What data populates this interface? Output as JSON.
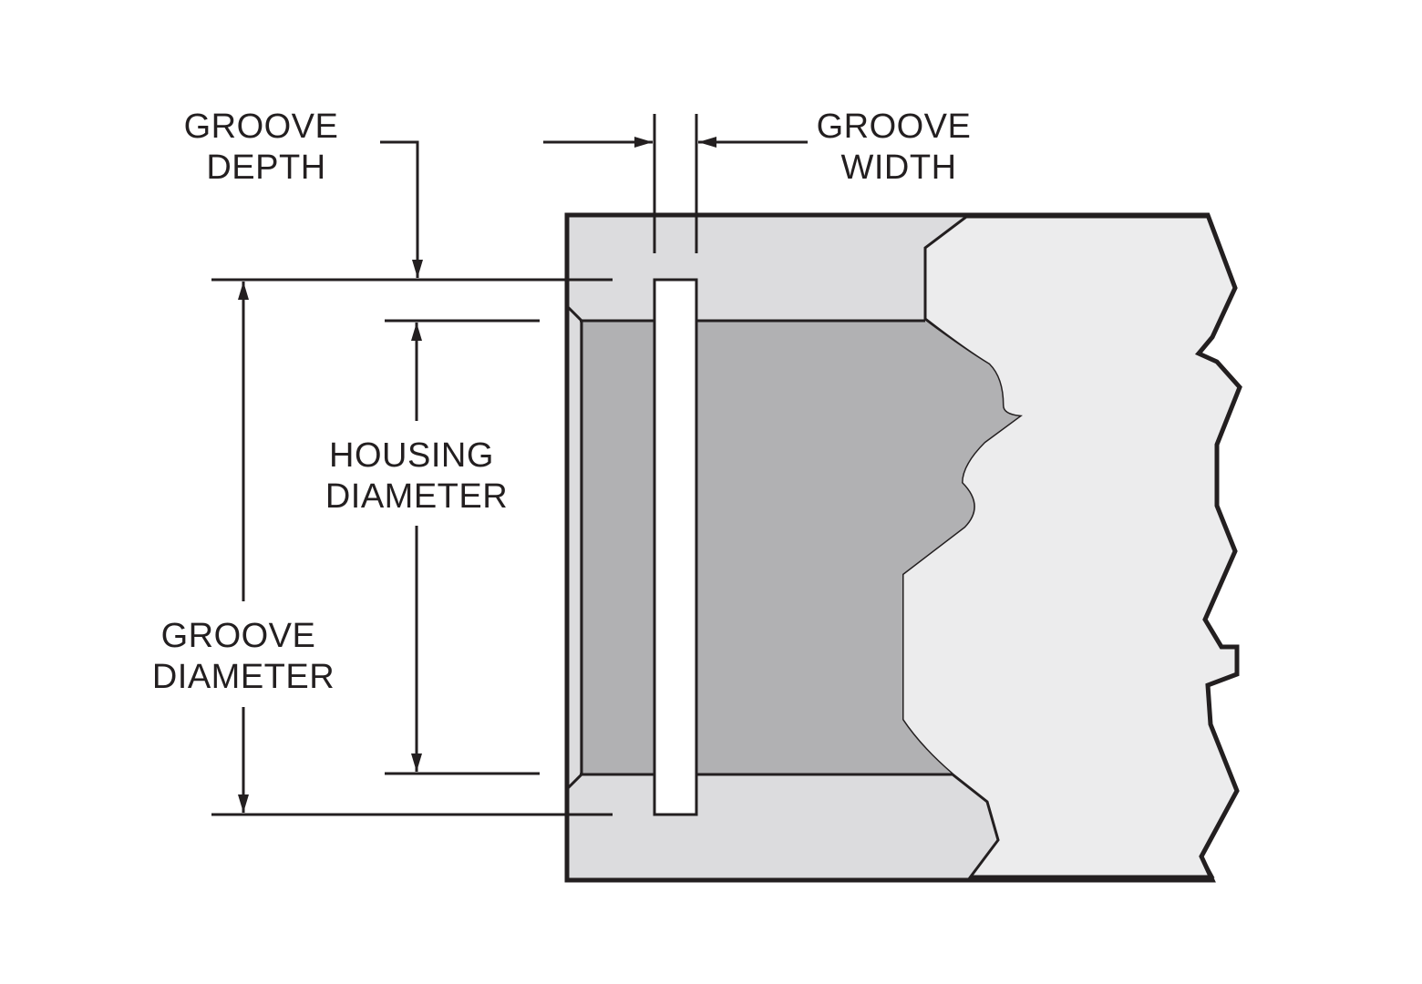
{
  "labels": {
    "groove_depth": [
      "GROOVE",
      "DEPTH"
    ],
    "groove_width": [
      "GROOVE",
      "WIDTH"
    ],
    "housing_diameter": [
      "HOUSING",
      "DIAMETER"
    ],
    "groove_diameter": [
      "GROOVE",
      "DIAMETER"
    ]
  },
  "colors": {
    "ink": "#231f20",
    "housing_light": "#dcdcde",
    "bore": "#b1b1b3",
    "break_region": "#ececed",
    "groove": "#ffffff"
  }
}
